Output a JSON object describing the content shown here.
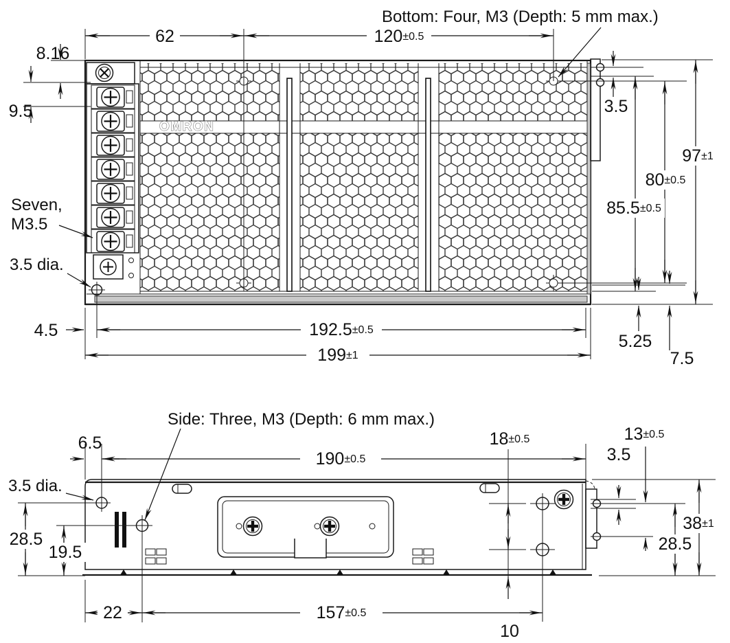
{
  "top_view": {
    "callout_bottom_holes": "Bottom: Four, M3 (Depth: 5 mm max.)",
    "brand_logo": "OMRON",
    "callout_terminals_line1": "Seven,",
    "callout_terminals_line2": "M3.5",
    "callout_hole": "3.5 dia.",
    "dims": {
      "d62": {
        "v": "62",
        "t": ""
      },
      "d120": {
        "v": "120",
        "t": "±0.5"
      },
      "d816": {
        "v": "8.16",
        "t": ""
      },
      "d95": {
        "v": "9.5",
        "t": ""
      },
      "d45": {
        "v": "4.5",
        "t": ""
      },
      "d1925": {
        "v": "192.5",
        "t": "±0.5"
      },
      "d199": {
        "v": "199",
        "t": "±1"
      },
      "d35": {
        "v": "3.5",
        "t": ""
      },
      "d97": {
        "v": "97",
        "t": "±1"
      },
      "d80": {
        "v": "80",
        "t": "±0.5"
      },
      "d855": {
        "v": "85.5",
        "t": "±0.5"
      },
      "d525": {
        "v": "5.25",
        "t": ""
      },
      "d75": {
        "v": "7.5",
        "t": ""
      }
    }
  },
  "side_view": {
    "callout_side_holes": "Side: Three, M3 (Depth: 6 mm max.)",
    "callout_hole": "3.5 dia.",
    "dims": {
      "d65": {
        "v": "6.5",
        "t": ""
      },
      "d190": {
        "v": "190",
        "t": "±0.5"
      },
      "d18": {
        "v": "18",
        "t": "±0.5"
      },
      "d13": {
        "v": "13",
        "t": "±0.5"
      },
      "d35": {
        "v": "3.5",
        "t": ""
      },
      "d285l": {
        "v": "28.5",
        "t": ""
      },
      "d195": {
        "v": "19.5",
        "t": ""
      },
      "d38": {
        "v": "38",
        "t": "±1"
      },
      "d285r": {
        "v": "28.5",
        "t": ""
      },
      "d22": {
        "v": "22",
        "t": ""
      },
      "d157": {
        "v": "157",
        "t": "±0.5"
      },
      "d10": {
        "v": "10",
        "t": ""
      }
    }
  }
}
